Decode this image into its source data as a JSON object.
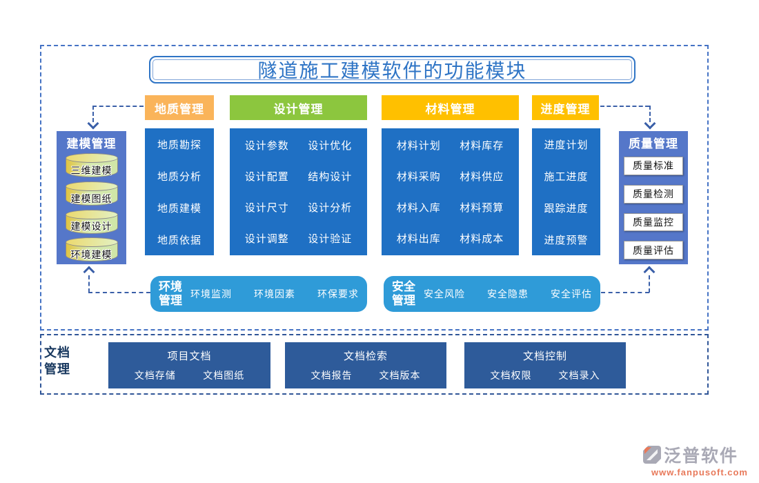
{
  "page": {
    "title": "隧道施工建模软件的功能模块"
  },
  "headers": {
    "geology": "地质管理",
    "design": "设计管理",
    "material": "材料管理",
    "progress": "进度管理"
  },
  "columns": {
    "geology": {
      "items": [
        "地质勘探",
        "地质分析",
        "地质建模",
        "地质依据"
      ]
    },
    "design": {
      "items": [
        "设计参数",
        "设计优化",
        "设计配置",
        "结构设计",
        "设计尺寸",
        "设计分析",
        "设计调整",
        "设计验证"
      ]
    },
    "material": {
      "items": [
        "材料计划",
        "材料库存",
        "材料采购",
        "材料供应",
        "材料入库",
        "材料预算",
        "材料出库",
        "材料成本"
      ]
    },
    "progress": {
      "items": [
        "进度计划",
        "施工进度",
        "跟踪进度",
        "进度预警"
      ]
    }
  },
  "modeling": {
    "title": "建模管理",
    "items": [
      "三维建模",
      "建模图纸",
      "建模设计",
      "环境建模"
    ]
  },
  "quality": {
    "title": "质量管理",
    "items": [
      "质量标准",
      "质量检测",
      "质量监控",
      "质量评估"
    ]
  },
  "environment": {
    "title": "环境管理",
    "items": [
      "环境监测",
      "环境因素",
      "环保要求"
    ]
  },
  "safety": {
    "title": "安全管理",
    "items": [
      "安全风险",
      "安全隐患",
      "安全评估"
    ]
  },
  "documents": {
    "title": "文档管理",
    "groups": [
      {
        "title": "项目文档",
        "items": [
          "文档存储",
          "文档图纸"
        ]
      },
      {
        "title": "文档检索",
        "items": [
          "文档报告",
          "文档版本"
        ]
      },
      {
        "title": "文档控制",
        "items": [
          "文档权限",
          "文档录入"
        ]
      }
    ]
  },
  "footer": {
    "brand": "泛普软件",
    "url": "www.fanpusoft.com"
  },
  "colors": {
    "dash_border": "#4472C4",
    "title_blue": "#2E74C5",
    "header_orange": "#FAB45A",
    "header_green": "#8CC63E",
    "header_gold": "#FFC000",
    "column_blue": "#1F70C4",
    "side_box_blue": "#5577C9",
    "pill_blue": "#2F9BD8",
    "doc_navy": "#2E5B9A",
    "brand_gray": "#A9A9B5",
    "brand_orange": "#E8795A"
  }
}
